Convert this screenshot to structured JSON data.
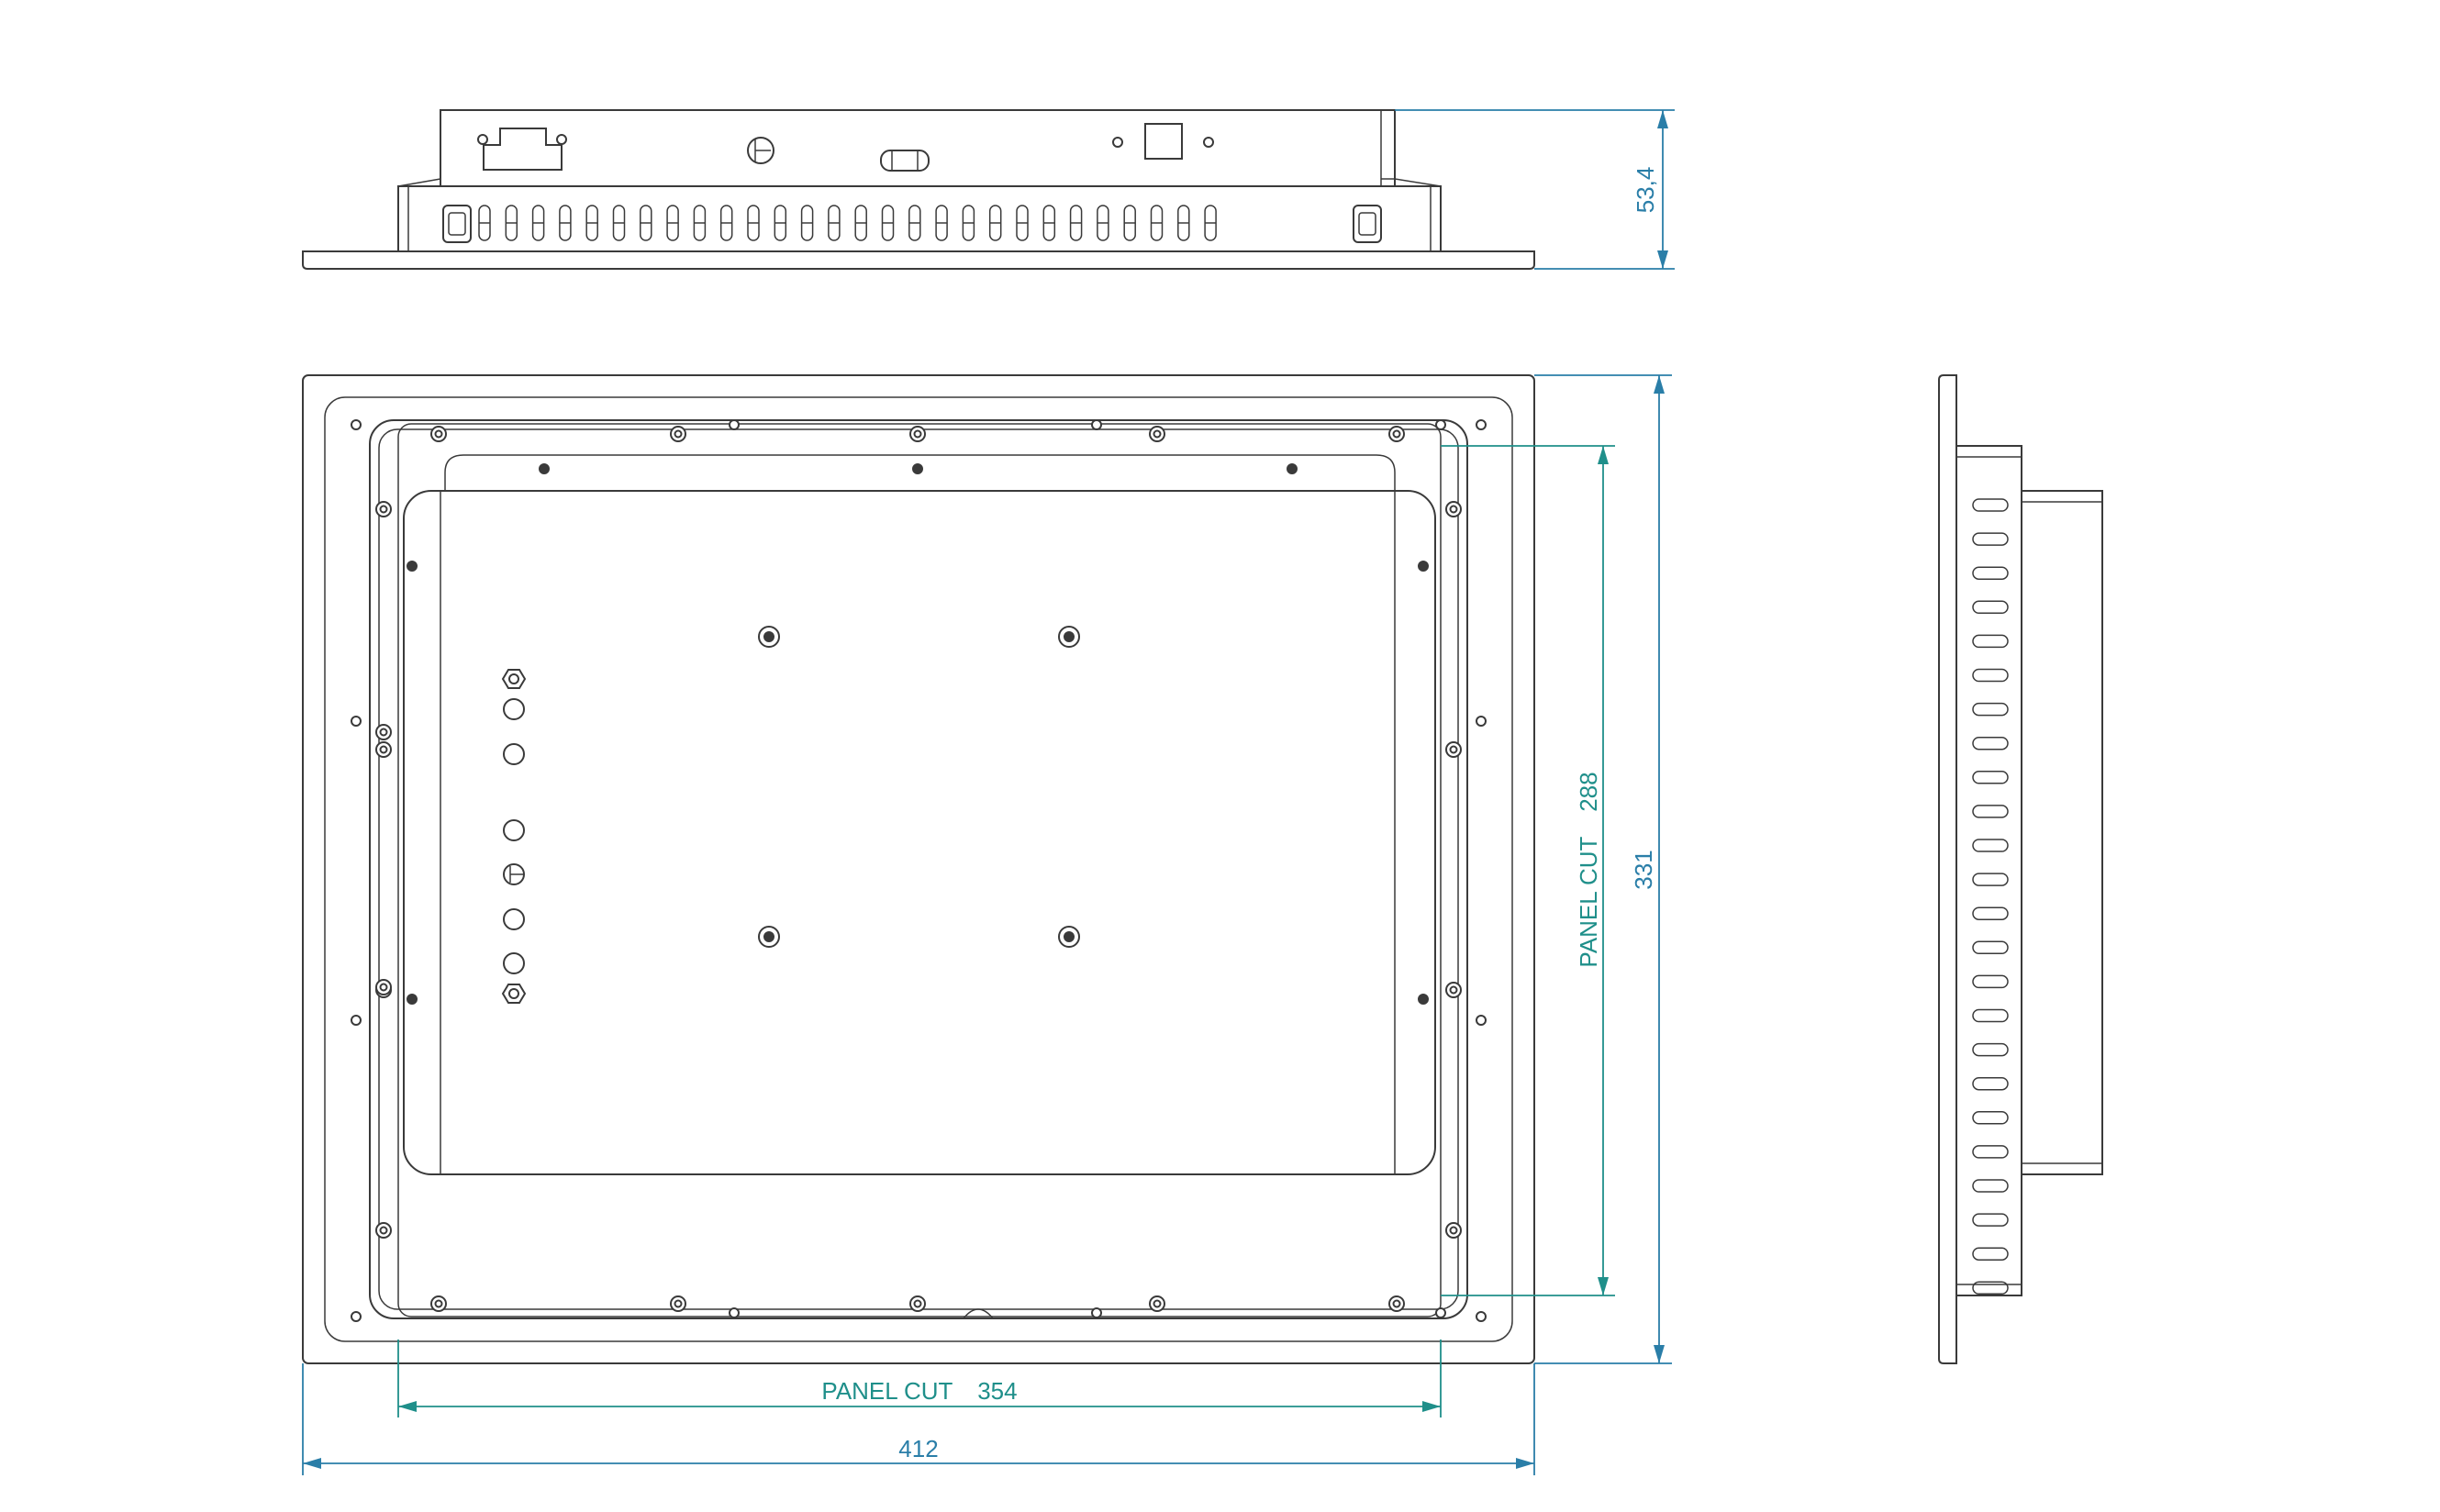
{
  "colors": {
    "outline": "#3a3a3a",
    "dimension_blue": "#2a7ea8",
    "dimension_teal": "#1f8f8a",
    "background": "#ffffff"
  },
  "dimensions": {
    "depth": "53,4",
    "height_total": "331",
    "panel_cut_height_label": "PANEL CUT",
    "panel_cut_height_value": "288",
    "panel_cut_width_label": "PANEL CUT",
    "panel_cut_width_value": "354",
    "width_total": "412"
  }
}
